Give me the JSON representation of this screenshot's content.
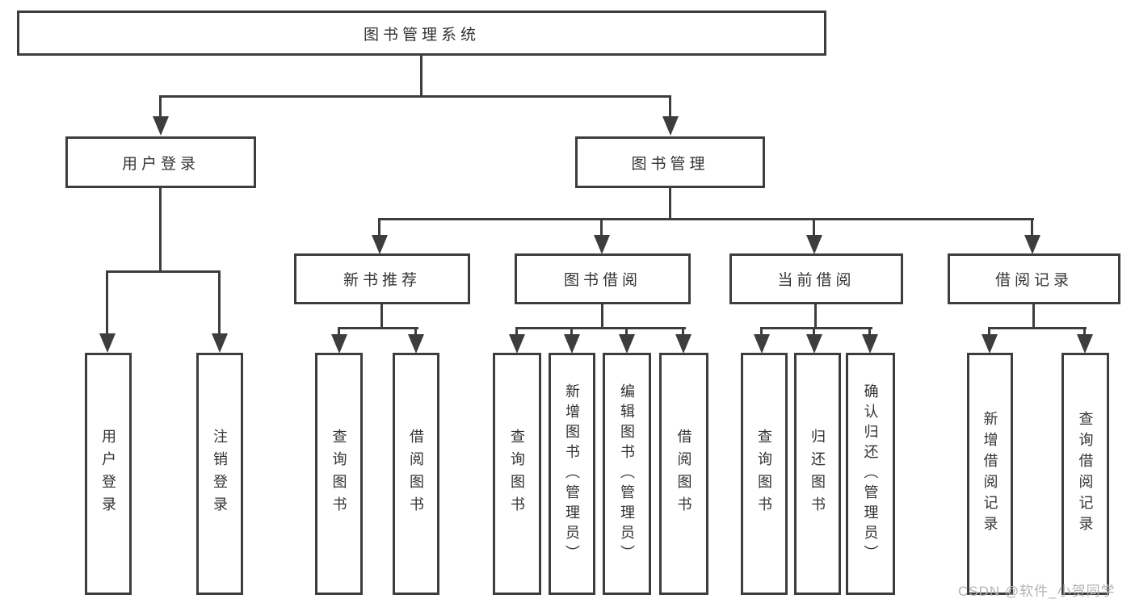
{
  "nodes": {
    "root": "图书管理系统",
    "l2": [
      "用户登录",
      "图书管理"
    ],
    "l3": [
      "新书推荐",
      "图书借阅",
      "当前借阅",
      "借阅记录"
    ],
    "leaves_user_login": [
      "用户登录",
      "注销登录"
    ],
    "leaves_new_book": [
      "查询图书",
      "借阅图书"
    ],
    "leaves_book_borrow": [
      "查询图书",
      "新增图书（管理员）",
      "编辑图书（管理员）",
      "借阅图书"
    ],
    "leaves_current_borrow": [
      "查询图书",
      "归还图书",
      "确认归还（管理员）"
    ],
    "leaves_borrow_records": [
      "新增借阅记录",
      "查询借阅记录"
    ]
  },
  "watermark": {
    "text": "CSDN @软件_小贺同学"
  },
  "colors": {
    "line": "#3d3d3d",
    "text": "#333333",
    "watermark": "#b3b3b3",
    "background": "#ffffff"
  }
}
